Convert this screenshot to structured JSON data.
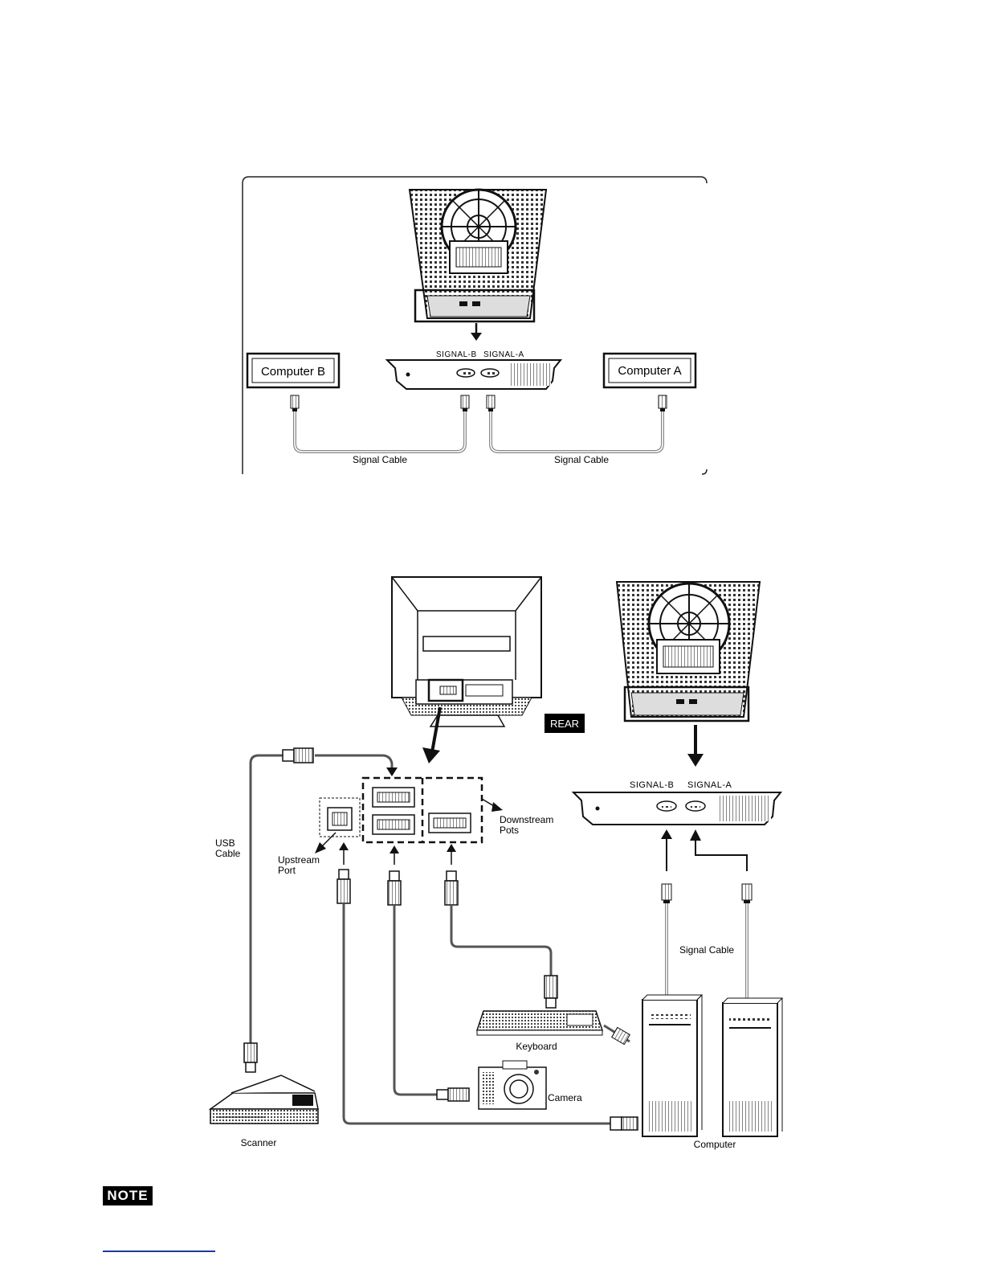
{
  "diagram_top": {
    "labels": {
      "computer_b": "Computer B",
      "computer_a": "Computer A",
      "signal_b": "SIGNAL-B",
      "signal_a": "SIGNAL-A",
      "signal_cable_left": "Signal Cable",
      "signal_cable_right": "Signal Cable"
    }
  },
  "diagram_bottom": {
    "labels": {
      "rear": "REAR",
      "signal_b": "SIGNAL-B",
      "signal_a": "SIGNAL-A",
      "downstream_ports_line1": "Downstream",
      "downstream_ports_line2": "Pots",
      "upstream_port_line1": "Upstream",
      "upstream_port_line2": "Port",
      "usb_cable_line1": "USB",
      "usb_cable_line2": "Cable",
      "signal_cable": "Signal Cable",
      "keyboard": "Keyboard",
      "camera": "Camera",
      "scanner": "Scanner",
      "computer": "Computer"
    }
  },
  "note": {
    "badge": "NOTE"
  },
  "colors": {
    "line": "#111111",
    "cable": "#777777",
    "badge_bg": "#000000",
    "link": "#1a3a9a"
  }
}
